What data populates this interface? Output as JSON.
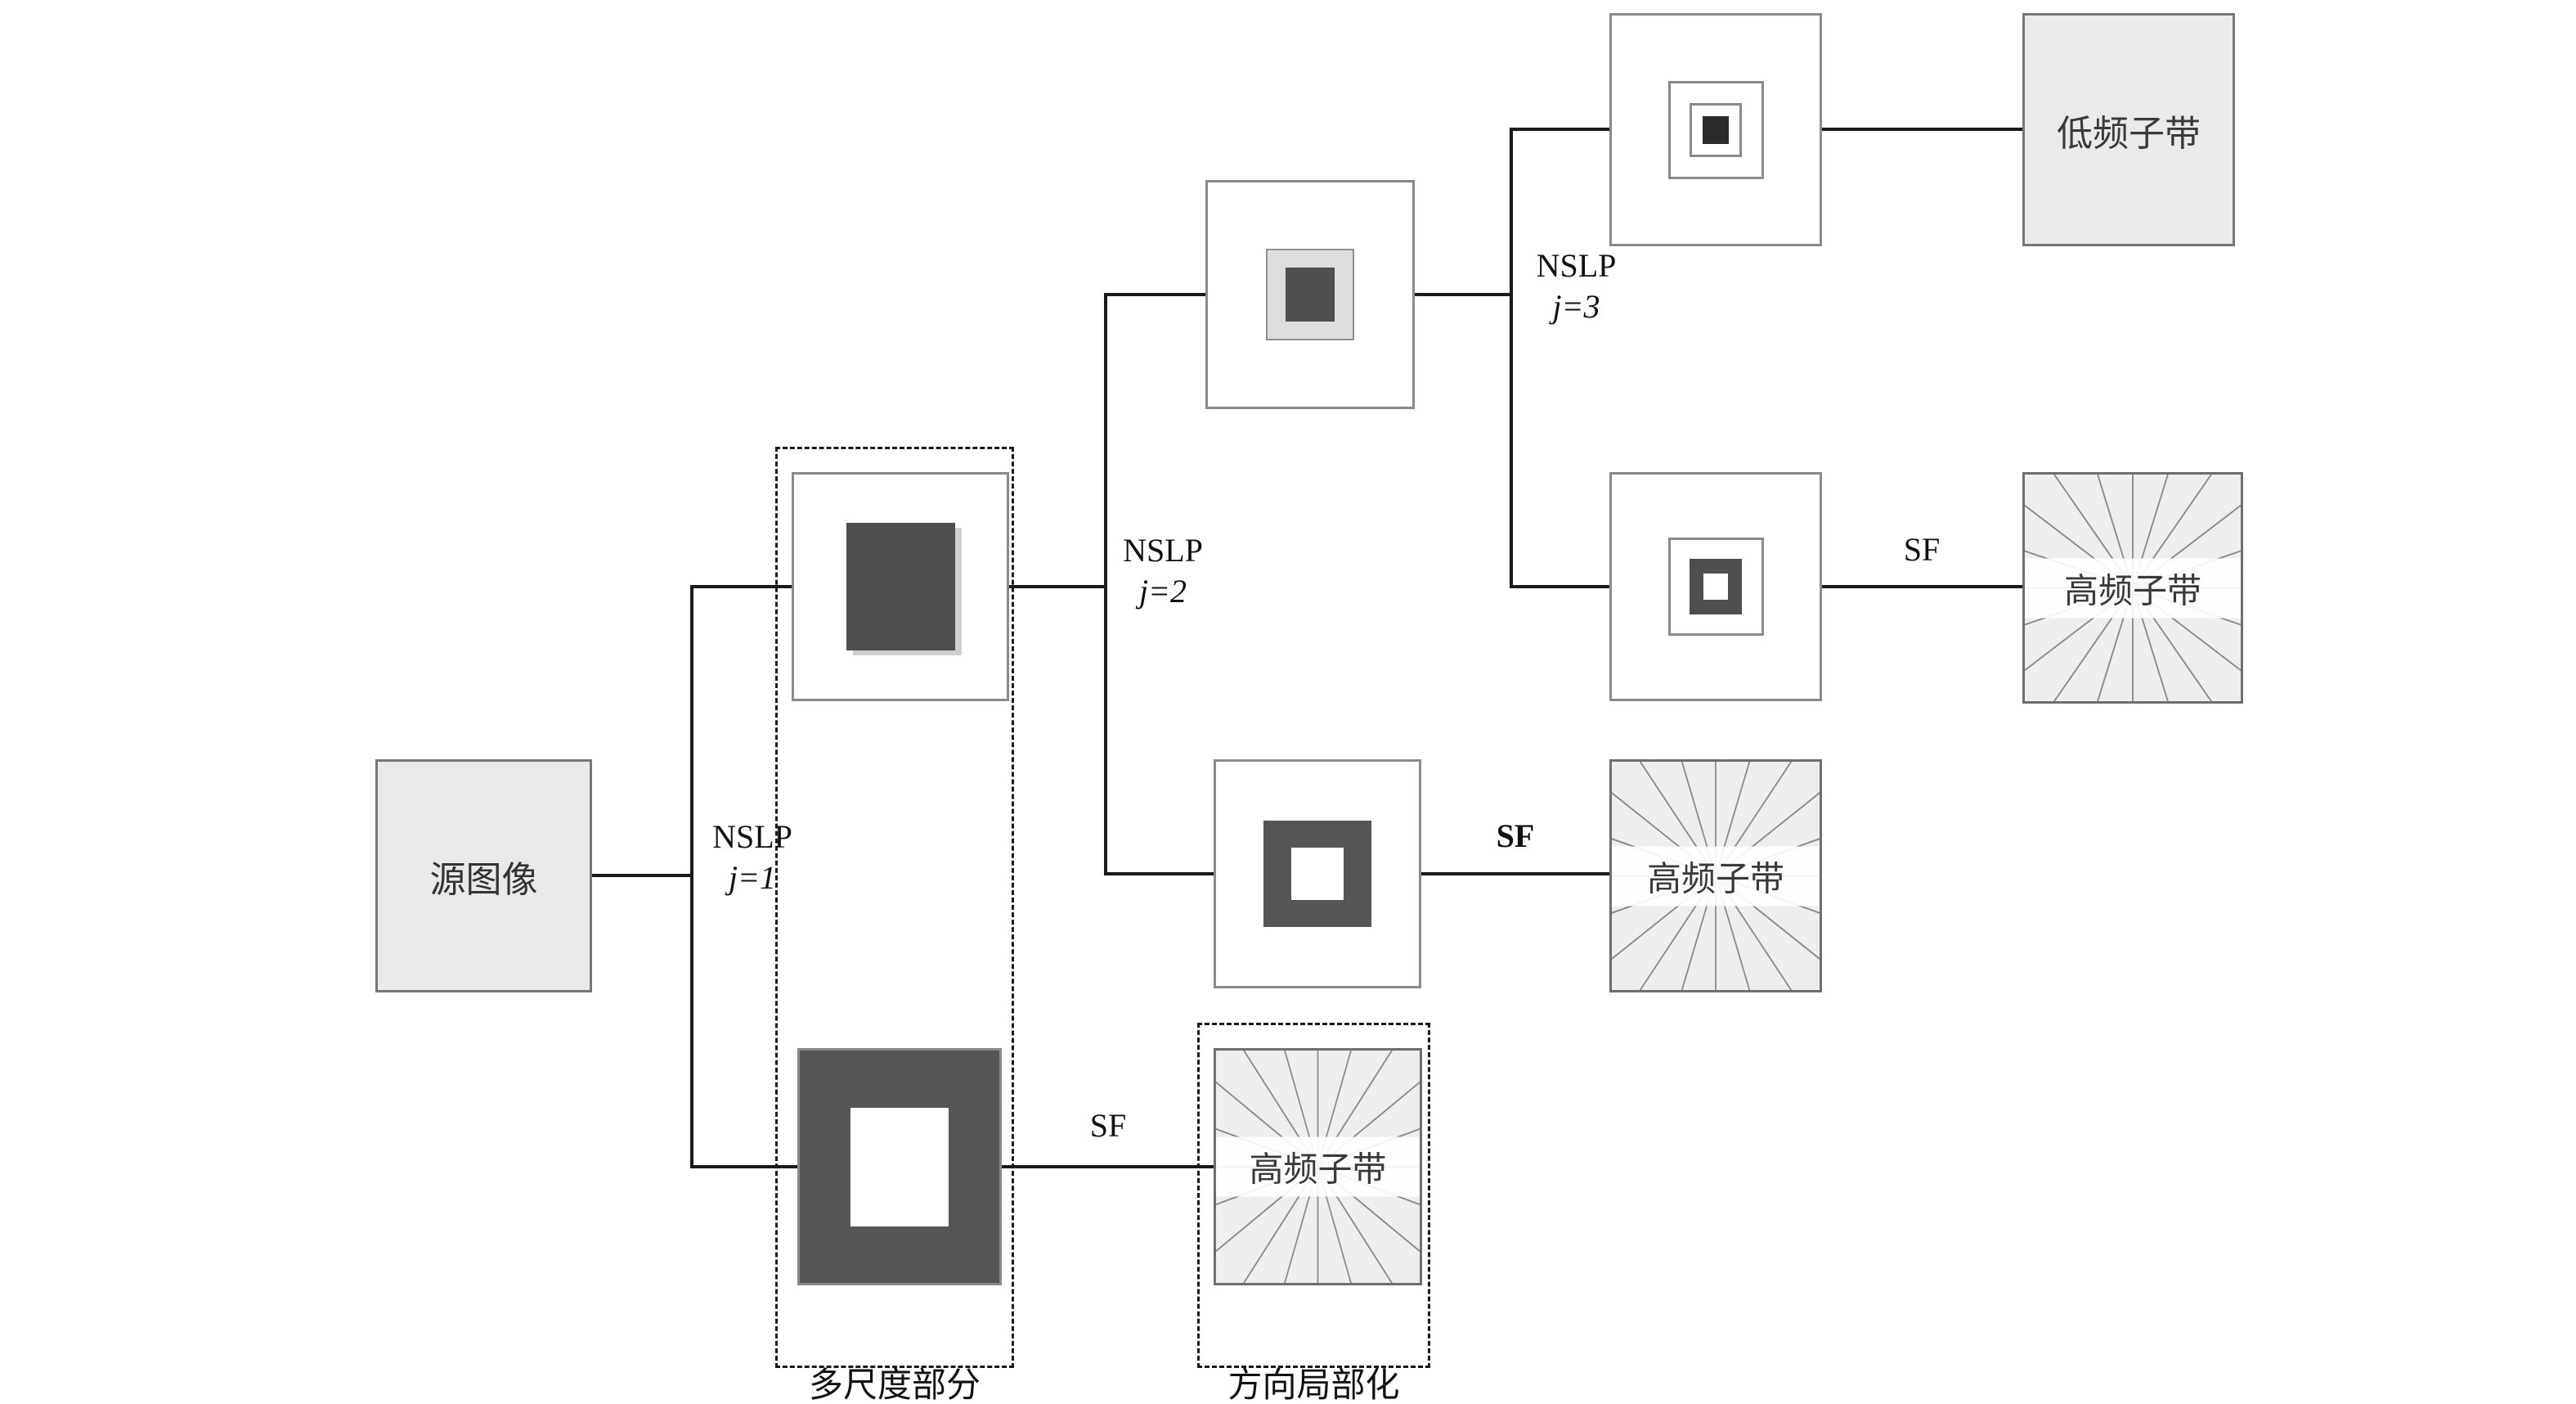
{
  "diagram": {
    "source": {
      "label": "源图像"
    },
    "nslp_levels": [
      {
        "name": "NSLP",
        "index": "j=1"
      },
      {
        "name": "NSLP",
        "index": "j=2"
      },
      {
        "name": "NSLP",
        "index": "j=3"
      }
    ],
    "sf_labels": [
      {
        "label": "SF"
      },
      {
        "label": "SF"
      },
      {
        "label": "SF"
      }
    ],
    "outputs": {
      "low_band": "低频子带",
      "high_band": "高频子带"
    },
    "groups": {
      "multiscale": "多尺度部分",
      "directional": "方向局部化"
    },
    "colors": {
      "dark_square": "#4f4f4f",
      "box_border": "#8a8a8a",
      "light_fill": "#eeeeee",
      "connector": "#1a1a1a"
    }
  }
}
